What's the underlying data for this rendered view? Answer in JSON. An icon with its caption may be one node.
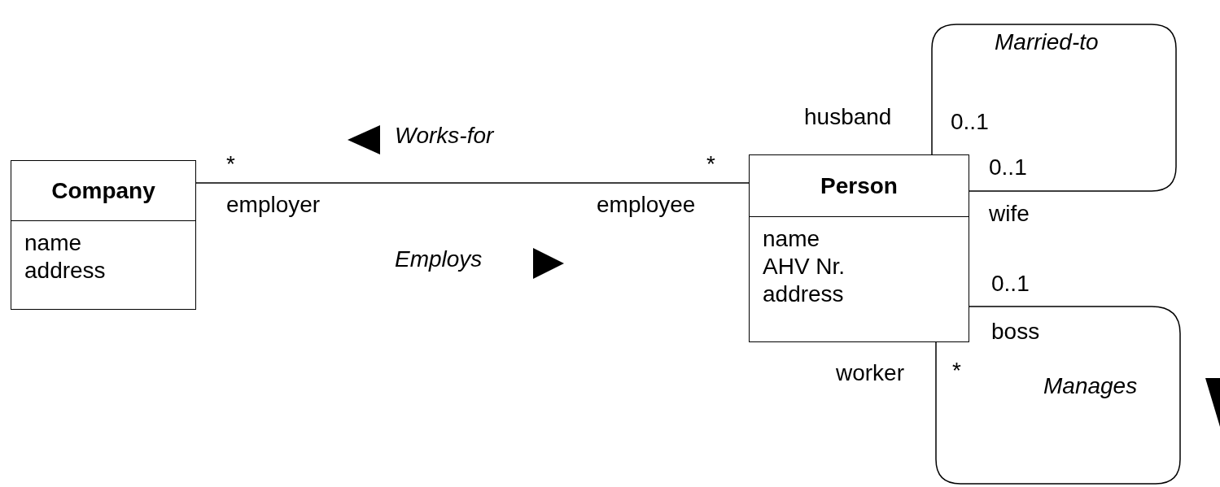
{
  "diagram": {
    "nodes": [
      {
        "text": [
          "Company",
          "name",
          "address"
        ]
      },
      {
        "text": [
          "Person",
          "name",
          "AHV Nr.",
          "address"
        ]
      }
    ],
    "edges": [
      {
        "from": 0,
        "to": 1,
        "arrow": "none"
      },
      {
        "from": 1,
        "to": 1,
        "arrow": "none"
      },
      {
        "from": 1,
        "to": 1,
        "arrow": "none"
      }
    ],
    "labels": [
      "*",
      "employer",
      "*",
      "employee",
      "Works-for",
      "Employs",
      "husband",
      "0..1",
      "0..1",
      "wife",
      "0..1",
      "boss",
      "worker",
      "*",
      "Married-to",
      "Manages"
    ]
  }
}
